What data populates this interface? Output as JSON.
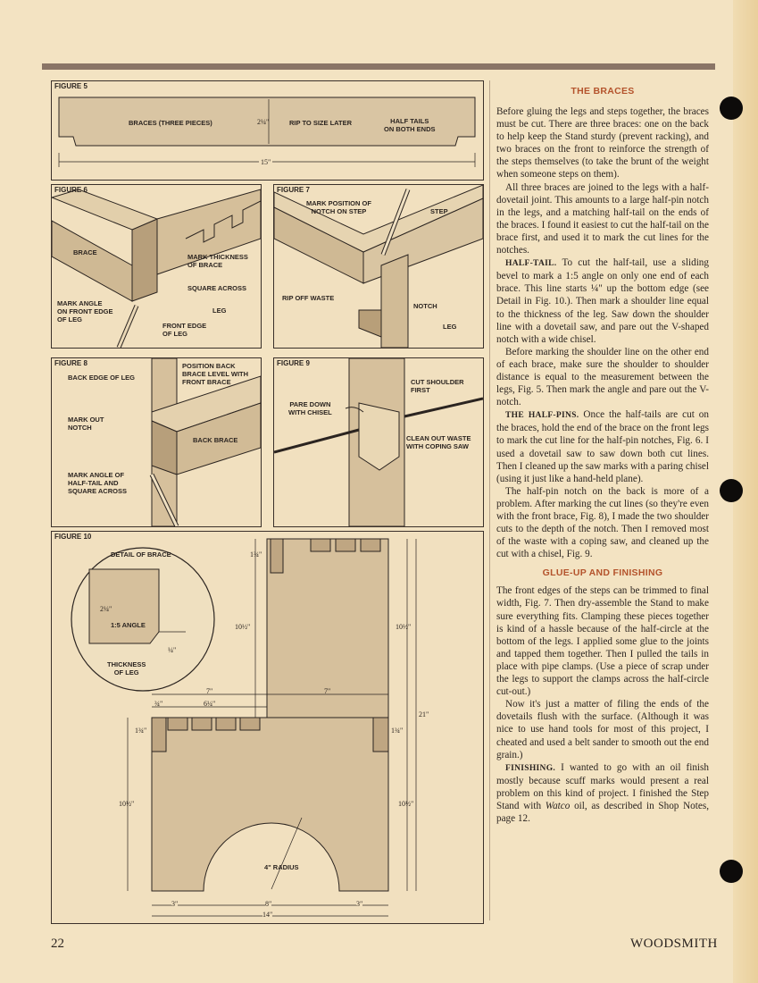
{
  "folio": {
    "page_number": "22",
    "magazine": "WOODSMITH"
  },
  "figures": {
    "fig5": {
      "label": "FIGURE 5",
      "braces": "BRACES (THREE PIECES)",
      "thick": "2¼\"",
      "rip": "RIP TO SIZE LATER",
      "half_tails": "HALF TAILS\nON BOTH ENDS",
      "length": "15\""
    },
    "fig6": {
      "label": "FIGURE 6",
      "brace": "BRACE",
      "mark_thickness": "MARK THICKNESS\nOF BRACE",
      "square_across": "SQUARE ACROSS",
      "leg": "LEG",
      "mark_angle": "MARK ANGLE\nON FRONT EDGE\nOF LEG",
      "front_edge": "FRONT EDGE\nOF LEG"
    },
    "fig7": {
      "label": "FIGURE 7",
      "mark_position": "MARK POSITION OF\nNOTCH ON STEP",
      "step": "STEP",
      "rip_off": "RIP OFF WASTE",
      "notch": "NOTCH",
      "leg": "LEG"
    },
    "fig8": {
      "label": "FIGURE 8",
      "back_edge": "BACK EDGE OF LEG",
      "position_back": "POSITION BACK\nBRACE LEVEL WITH\nFRONT BRACE",
      "mark_out": "MARK OUT\nNOTCH",
      "back_brace": "BACK BRACE",
      "mark_angle": "MARK ANGLE OF\nHALF-TAIL AND\nSQUARE ACROSS"
    },
    "fig9": {
      "label": "FIGURE 9",
      "cut_shoulder": "CUT SHOULDER\nFIRST",
      "pare_down": "PARE DOWN\nWITH CHISEL",
      "clean_out": "CLEAN OUT WASTE\nWITH COPING SAW"
    },
    "fig10": {
      "label": "FIGURE 10",
      "detail": "DETAIL OF BRACE",
      "d_214": "2¼\"",
      "angle": "1:5 ANGLE",
      "d_14": "¼\"",
      "thickness_leg": "THICKNESS\nOF LEG",
      "d_134_top": "1¾\"",
      "d_1012_a": "10½\"",
      "d_1012_b": "10½\"",
      "d_7_left": "7\"",
      "d_7_right": "7\"",
      "d_34": "¾\"",
      "d_614": "6¼\"",
      "d_21": "21\"",
      "d_134_l": "1¾\"",
      "d_134_r": "1¾\"",
      "d_1012_c": "10½\"",
      "d_1012_d": "10½\"",
      "radius": "4\" RADIUS",
      "d_3_l": "3\"",
      "d_8": "8\"",
      "d_3_r": "3\"",
      "d_14_total": "14\""
    }
  },
  "article": {
    "h_braces": "THE BRACES",
    "p1": "Before gluing the legs and steps together, the braces must be cut. There are three braces: one on the back to help keep the Stand sturdy (prevent racking), and two braces on the front to reinforce the strength of the steps themselves (to take the brunt of the weight when someone steps on them).",
    "p2": "All three braces are joined to the legs with a half-dovetail joint. This amounts to a large half-pin notch in the legs, and a matching half-tail on the ends of the braces. I found it easiest to cut the half-tail on the brace first, and used it to mark the cut lines for the notches.",
    "rh_half_tail": "HALF-TAIL.",
    "p3": " To cut the half-tail, use a sliding bevel to mark a 1:5 angle on only one end of each brace. This line starts ¼\" up the bottom edge (see Detail in Fig. 10.). Then mark a shoulder line equal to the thickness of the leg. Saw down the shoulder line with a dovetail saw, and pare out the V-shaped notch with a wide chisel.",
    "p4": "Before marking the shoulder line on the other end of each brace, make sure the shoulder to shoulder distance is equal to the measurement between the legs, Fig. 5. Then mark the angle and pare out the V-notch.",
    "rh_half_pins": "THE HALF-PINS.",
    "p5": " Once the half-tails are cut on the braces, hold the end of the brace on the front legs to mark the cut line for the half-pin notches, Fig. 6. I used a dovetail saw to saw down both cut lines. Then I cleaned up the saw marks with a paring chisel (using it just like a hand-held plane).",
    "p6": "The half-pin notch on the back is more of a problem. After marking the cut lines (so they're even with the front brace, Fig. 8), I made the two shoulder cuts to the depth of the notch. Then I removed most of the waste with a coping saw, and cleaned up the cut with a chisel, Fig. 9.",
    "h_glue": "GLUE-UP AND FINISHING",
    "p7": "The front edges of the steps can be trimmed to final width, Fig. 7. Then dry-assemble the Stand to make sure everything fits. Clamping these pieces together is kind of a hassle because of the half-circle at the bottom of the legs. I applied some glue to the joints and tapped them together. Then I pulled the tails in place with pipe clamps. (Use a piece of scrap under the legs to support the clamps across the half-circle cut-out.)",
    "p8": "Now it's just a matter of filing the ends of the dovetails flush with the surface. (Although it was nice to use hand tools for most of this project, I cheated and used a belt sander to smooth out the end grain.)",
    "rh_finishing": "FINISHING.",
    "p9a": " I wanted to go with an oil finish mostly because scuff marks would present a real problem on this kind of project. I finished the Step Stand with ",
    "p9_brand": "Watco",
    "p9b": " oil, as described in Shop Notes, page 12."
  }
}
